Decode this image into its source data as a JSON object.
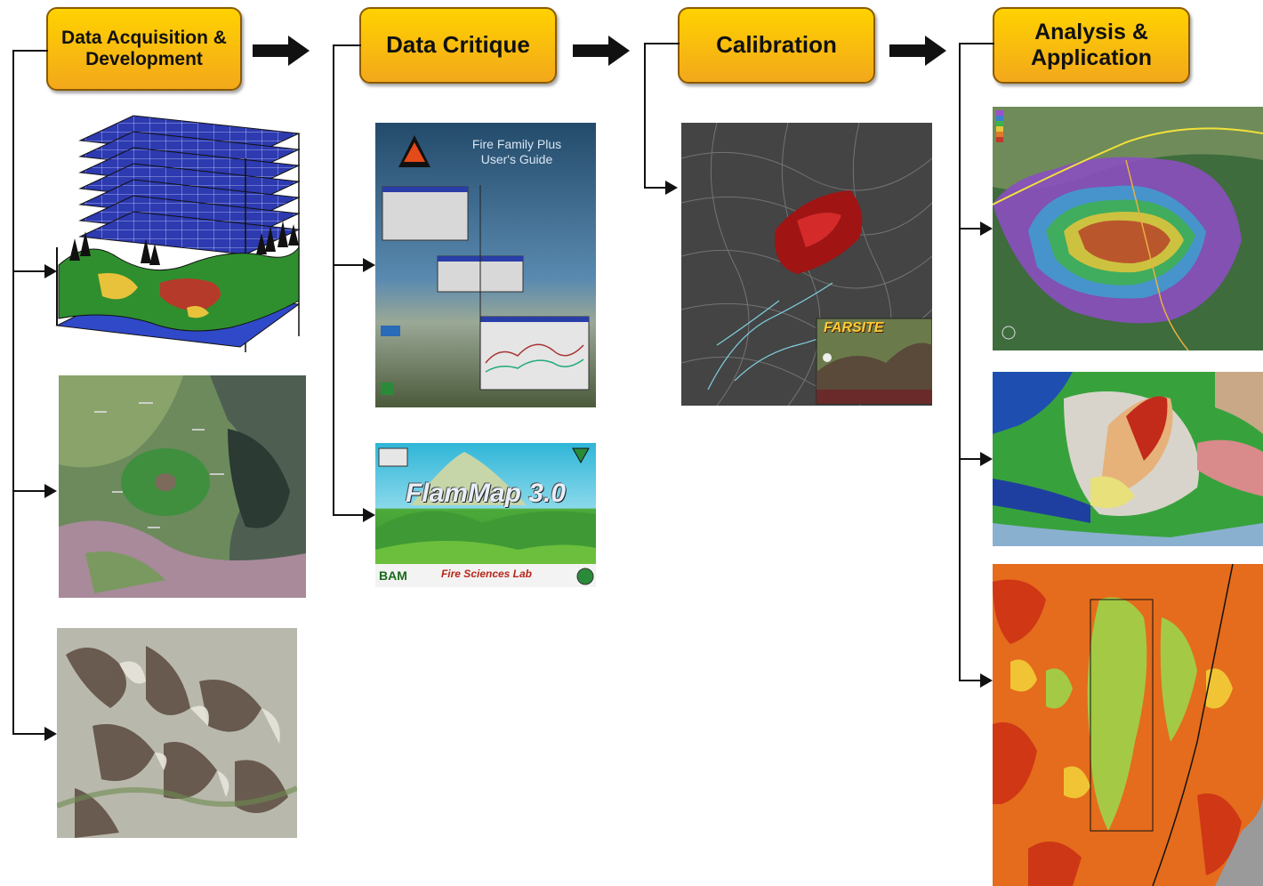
{
  "stages": [
    {
      "label_line1": "Data Acquisition &",
      "label_line2": "Development"
    },
    {
      "label_line1": "Data Critique",
      "label_line2": ""
    },
    {
      "label_line1": "Calibration",
      "label_line2": ""
    },
    {
      "label_line1": "Analysis &",
      "label_line2": "Application"
    }
  ],
  "panels": {
    "fire_family_title_line1": "Fire Family Plus",
    "fire_family_title_line2": "User's Guide",
    "flammap_title": "FlamMap 3.0",
    "flammap_lab": "Fire Sciences Lab",
    "farsite_title": "FARSITE"
  },
  "colors": {
    "stage_top": "#ffd200",
    "stage_bottom": "#f3a81b",
    "connector": "#111111"
  }
}
